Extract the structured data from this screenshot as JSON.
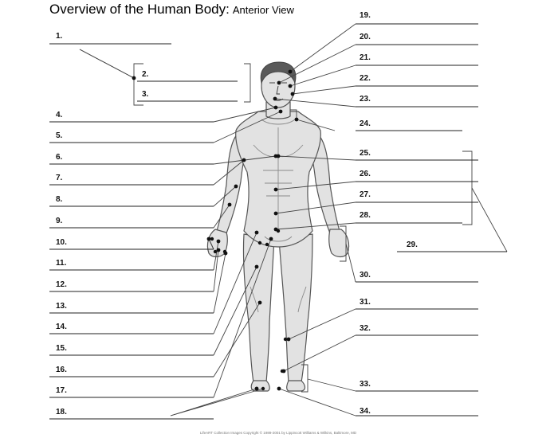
{
  "header": {
    "title": "Overview of the Human Body:",
    "subtitle": "Anterior View"
  },
  "footer": {
    "credit": "LifeART Collection Images Copyright © 1989-2001 by Lippincott Williams & Wilkins, Baltimore, MD"
  },
  "figure": {
    "description_name": "human-body-anterior",
    "fill_color": "#e2e2e2",
    "outline_color": "#555555",
    "hair_color": "#5a5a5a"
  },
  "labels": [
    {
      "number": "1."
    },
    {
      "number": "2."
    },
    {
      "number": "3."
    },
    {
      "number": "4."
    },
    {
      "number": "5."
    },
    {
      "number": "6."
    },
    {
      "number": "7."
    },
    {
      "number": "8."
    },
    {
      "number": "9."
    },
    {
      "number": "10."
    },
    {
      "number": "11."
    },
    {
      "number": "12."
    },
    {
      "number": "13."
    },
    {
      "number": "14."
    },
    {
      "number": "15."
    },
    {
      "number": "16."
    },
    {
      "number": "17."
    },
    {
      "number": "18."
    },
    {
      "number": "19."
    },
    {
      "number": "20."
    },
    {
      "number": "21."
    },
    {
      "number": "22."
    },
    {
      "number": "23."
    },
    {
      "number": "24."
    },
    {
      "number": "25."
    },
    {
      "number": "26."
    },
    {
      "number": "27."
    },
    {
      "number": "28."
    },
    {
      "number": "29."
    },
    {
      "number": "30."
    },
    {
      "number": "31."
    },
    {
      "number": "32."
    },
    {
      "number": "33."
    },
    {
      "number": "34."
    }
  ]
}
